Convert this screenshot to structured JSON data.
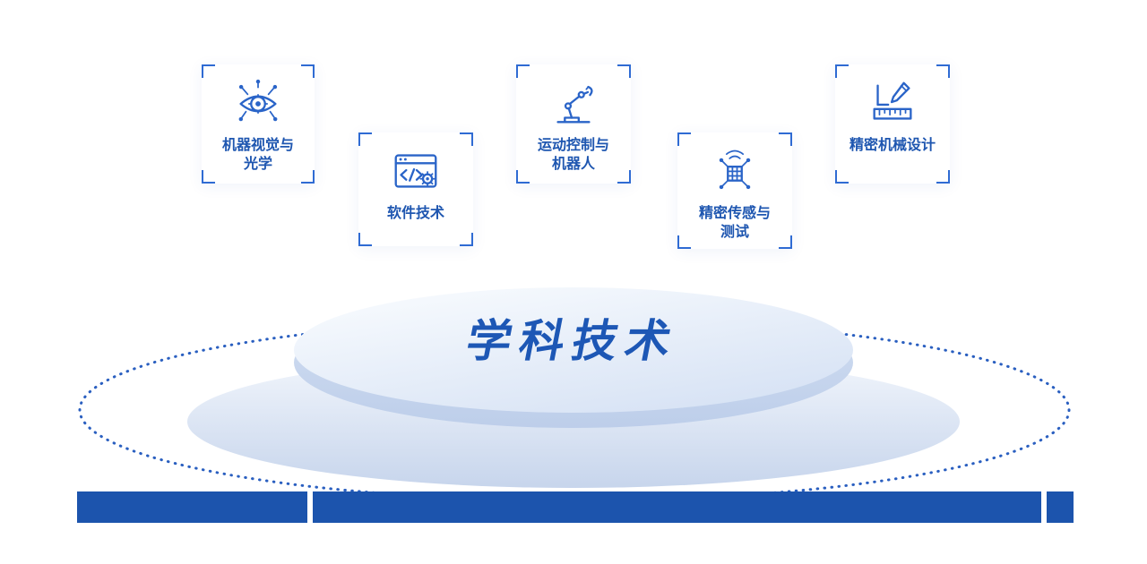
{
  "title": {
    "text": "学科技术"
  },
  "cards": [
    {
      "id": "machine-vision-optics",
      "icon": "machine-vision-icon",
      "lines": [
        "机器视觉与",
        "光学"
      ]
    },
    {
      "id": "software-technology",
      "icon": "software-technology-icon",
      "lines": [
        "软件技术"
      ]
    },
    {
      "id": "motion-control-robotics",
      "icon": "robot-arm-icon",
      "lines": [
        "运动控制与",
        "机器人"
      ]
    },
    {
      "id": "precision-sensing-testing",
      "icon": "precision-sensor-icon",
      "lines": [
        "精密传感与",
        "测试"
      ]
    },
    {
      "id": "precision-mechanical-design",
      "icon": "mechanical-design-icon",
      "lines": [
        "精密机械设计"
      ]
    }
  ],
  "colors": {
    "accent": "#1e56b0",
    "bracket": "#2f6bd3",
    "icon": "#2a64c8",
    "title": "#1d57b5",
    "bar": "#1c54ad",
    "dotted": "#2a5fc0",
    "platform_light": "#f8fbfe",
    "platform_dark": "#c7d5ec"
  }
}
